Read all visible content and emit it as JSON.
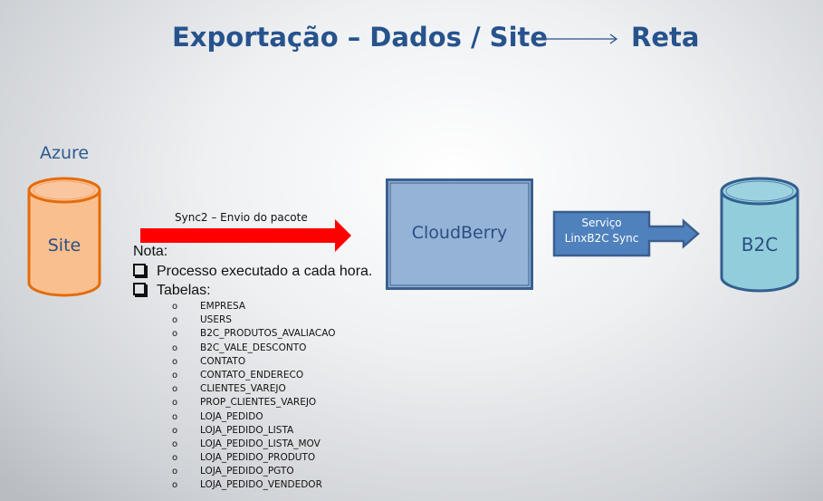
{
  "title": {
    "main": "Exportação – Dados / Site",
    "target": "Reta"
  },
  "source": {
    "group_label": "Azure",
    "db_label": "Site",
    "color": "#f9bf8f"
  },
  "flow": {
    "arrow_label": "Sync2 – Envio do pacote",
    "arrow_color": "#ff0000"
  },
  "notes": {
    "heading": "Nota:",
    "bullets": [
      "Processo executado a cada hora.",
      "Tabelas:"
    ],
    "tables": [
      "EMPRESA",
      "USERS",
      "B2C_PRODUTOS_AVALIACAO",
      "B2C_VALE_DESCONTO",
      "CONTATO",
      "CONTATO_ENDERECO",
      "CLIENTES_VAREJO",
      "PROP_CLIENTES_VAREJO",
      "LOJA_PEDIDO",
      "LOJA_PEDIDO_LISTA",
      "LOJA_PEDIDO_LISTA_MOV",
      "LOJA_PEDIDO_PRODUTO",
      "LOJA_PEDIDO_PGTO",
      "LOJA_PEDIDO_VENDEDOR"
    ],
    "sub_bullet": "o"
  },
  "middle": {
    "label": "CloudBerry",
    "color": "#95b3d7"
  },
  "service": {
    "line1": "Serviço",
    "line2": "LinxB2C Sync",
    "color": "#4f81bd"
  },
  "target": {
    "db_label": "B2C",
    "color": "#92cddc"
  }
}
